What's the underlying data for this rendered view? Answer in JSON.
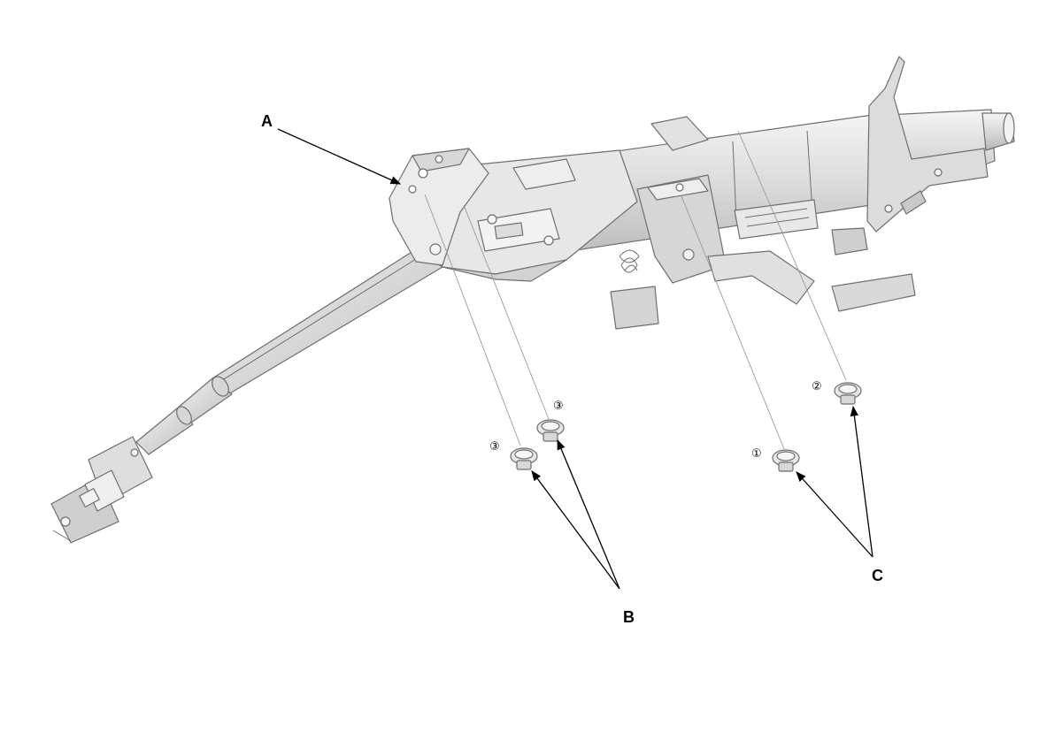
{
  "callouts": {
    "a": "A",
    "b": "B",
    "c": "C"
  },
  "fasteners": {
    "b_left_number": "③",
    "b_right_number": "③",
    "c_left_number": "①",
    "c_right_number": "②"
  },
  "colors": {
    "part_fill": "#e4e4e4",
    "part_shade": "#c9c9c9",
    "part_light": "#f4f4f4",
    "outline": "#6f6f6f"
  }
}
